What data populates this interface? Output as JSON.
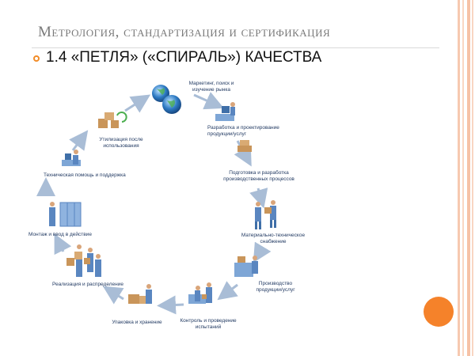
{
  "slide": {
    "header": "Метрология, стандартизация и сертификация",
    "subtitle": "1.4 «ПЕТЛЯ» («СПИРАЛЬ») КАЧЕСТВА"
  },
  "stages": [
    {
      "label": "Маркетинг, поиск и изучение рынка"
    },
    {
      "label": "Разработка и проектирование продукции/услуг"
    },
    {
      "label": "Подготовка и разработка производственных процессов"
    },
    {
      "label": "Материально-техническое снабжение"
    },
    {
      "label": "Производство продукции/услуг"
    },
    {
      "label": "Контроль и проведение испытаний"
    },
    {
      "label": "Упаковка и хранение"
    },
    {
      "label": "Реализация и распределение"
    },
    {
      "label": "Монтаж и ввод в действие"
    },
    {
      "label": "Техническая помощь и поддержка"
    },
    {
      "label": "Утилизация после использования"
    }
  ],
  "colors": {
    "accent": "#f5822a",
    "arrow": "#a9bdd6",
    "label": "#233b63",
    "figure": "#5a86c0",
    "box": "#c9955a"
  }
}
